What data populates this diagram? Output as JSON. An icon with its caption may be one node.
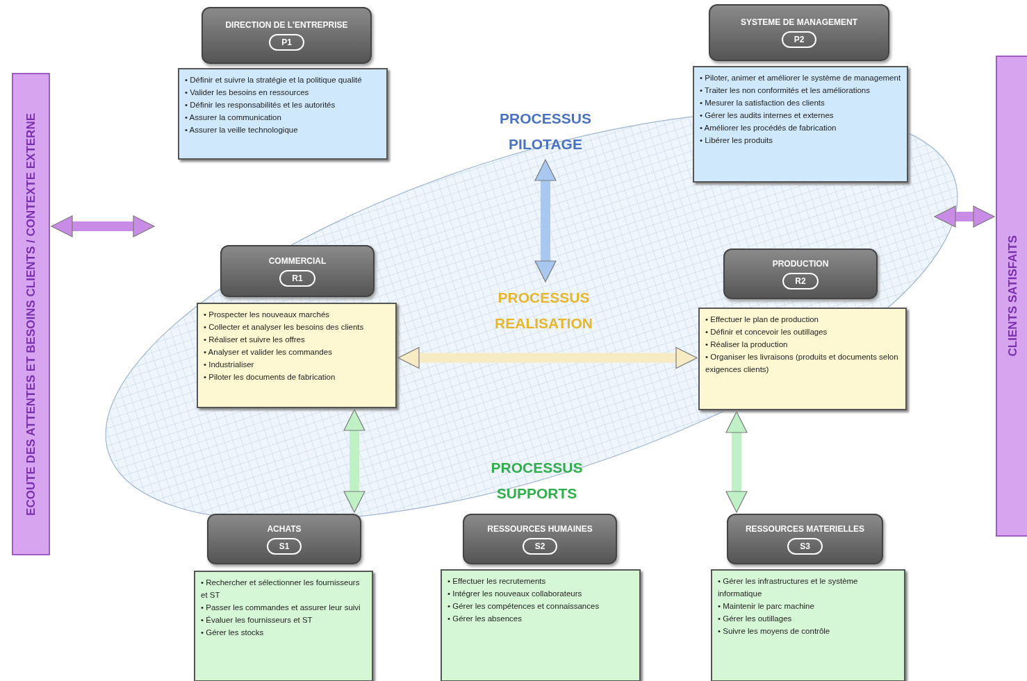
{
  "diagram": {
    "nodes": [
      {
        "text": [
          "ECOUTE DES ATTENTES ET BESOINS CLIENTS / CONTEXTE EXTERNE"
        ]
      },
      {
        "text": [
          "CLIENTS SATISFAITS"
        ]
      },
      {
        "text": [
          "DIRECTION DE L'ENTREPRISE",
          "P1"
        ]
      },
      {
        "text": [
          "• Définir et suivre la stratégie et la politique qualité",
          "• Valider les besoins en ressources",
          "• Définir les responsabilités et les autorités",
          "• Assurer la communication",
          "• Assurer la veille technologique"
        ]
      },
      {
        "text": [
          "SYSTEME DE MANAGEMENT",
          "P2"
        ]
      },
      {
        "text": [
          "• Piloter, animer et améliorer le système de management",
          "• Traiter les non conformités et les améliorations",
          "• Mesurer la satisfaction des clients",
          "• Gérer les audits internes et externes",
          "• Améliorer les procédés de fabrication",
          "• Libérer les produits"
        ]
      },
      {
        "text": [
          "PROCESSUS PILOTAGE"
        ]
      },
      {
        "text": [
          "COMMERCIAL",
          "R1"
        ]
      },
      {
        "text": [
          "• Prospecter les nouveaux marchés",
          "• Collecter et analyser les besoins des clients",
          "• Réaliser et suivre les offres",
          "• Analyser et valider les commandes",
          "• Industrialiser",
          "• Piloter les documents de fabrication"
        ]
      },
      {
        "text": [
          "PRODUCTION",
          "R2"
        ]
      },
      {
        "text": [
          "• Effectuer le plan de production",
          "• Définir et concevoir les outillages",
          "• Réaliser la production",
          "• Organiser les livraisons (produits et documents selon exigences clients)"
        ]
      },
      {
        "text": [
          "PROCESSUS REALISATION"
        ]
      },
      {
        "text": [
          "PROCESSUS SUPPORTS"
        ]
      },
      {
        "text": [
          "ACHATS",
          "S1"
        ]
      },
      {
        "text": [
          "• Rechercher et sélectionner les fournisseurs et ST",
          "• Passer les commandes et assurer leur suivi",
          "• Évaluer les fournisseurs et ST",
          "• Gérer les stocks"
        ]
      },
      {
        "text": [
          "RESSOURCES HUMAINES",
          "S2"
        ]
      },
      {
        "text": [
          "• Effectuer les recrutements",
          "• Intégrer les nouveaux collaborateurs",
          "• Gérer les compétences et connaissances",
          "• Gérer les absences"
        ]
      },
      {
        "text": [
          "RESSOURCES MATERIELLES",
          "S3"
        ]
      },
      {
        "text": [
          "• Gérer les infrastructures et le système informatique",
          "• Maintenir le parc machine",
          "• Gérer les outillages",
          "• Suivre les moyens de contrôle"
        ]
      }
    ],
    "edges": [
      {
        "from": 0,
        "to": null,
        "arrow": "both",
        "color": "#c98ce6"
      },
      {
        "from": null,
        "to": 1,
        "arrow": "both",
        "color": "#c98ce6"
      },
      {
        "from": 6,
        "to": 11,
        "arrow": "both",
        "color": "#a9c8ef"
      },
      {
        "from": 8,
        "to": 10,
        "arrow": "both",
        "color": "#f7ebc4"
      },
      {
        "from": 8,
        "to": 13,
        "arrow": "both",
        "color": "#bff0c6"
      },
      {
        "from": 10,
        "to": 17,
        "arrow": "both",
        "color": "#bff0c6"
      }
    ]
  }
}
